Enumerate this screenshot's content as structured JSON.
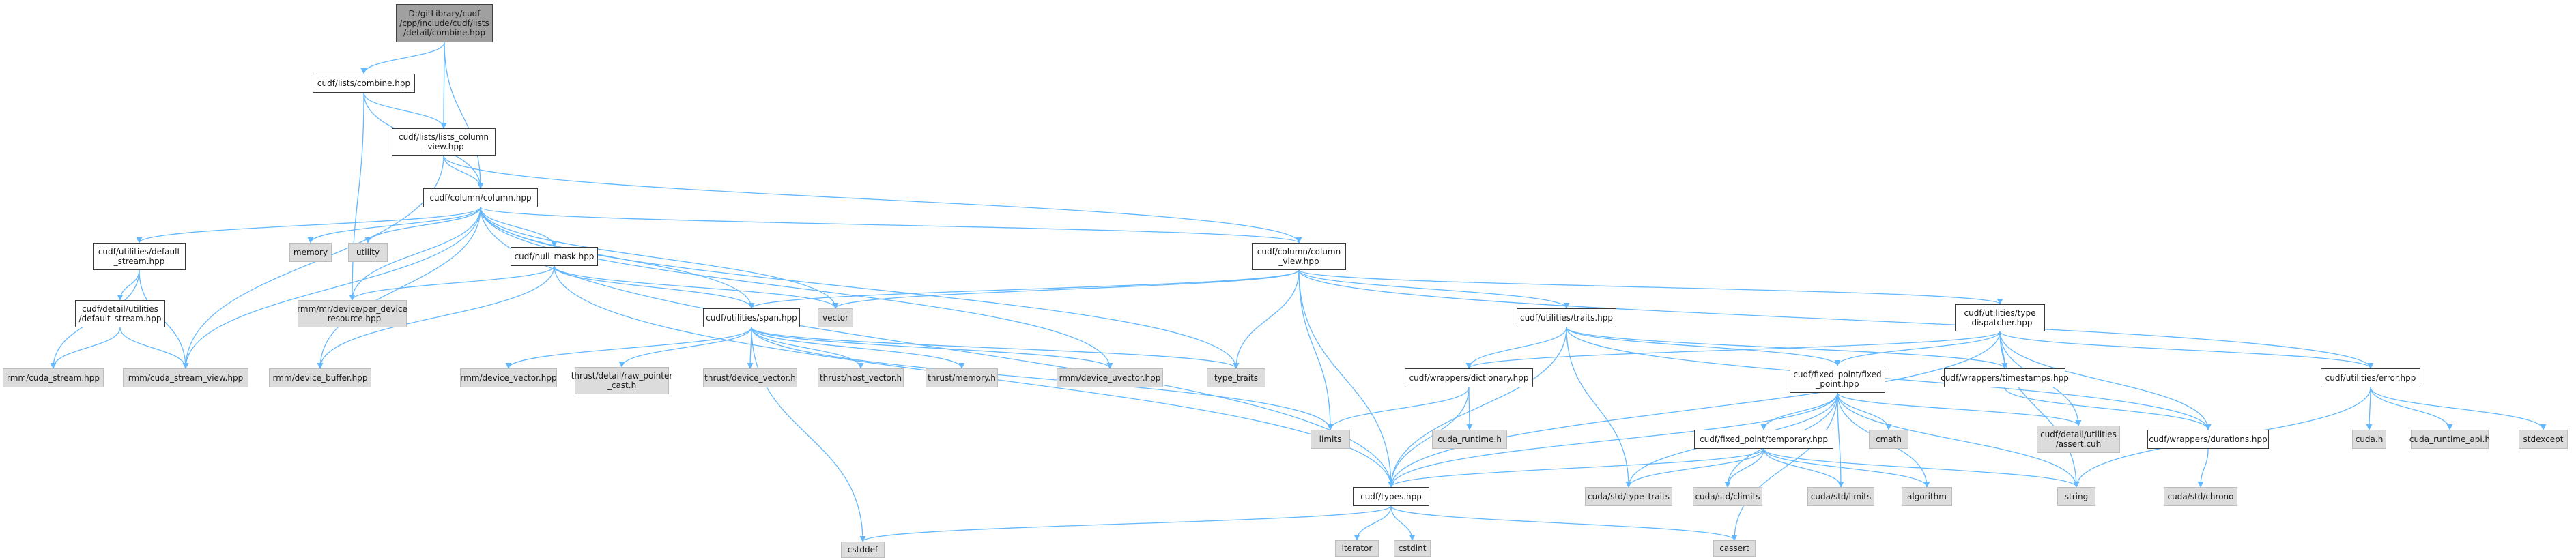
{
  "diagram": {
    "edge_color": "#63b8ff",
    "nodes": [
      {
        "id": "root",
        "label": "D:/gitLibrary/cudf\n/cpp/include/cudf/lists\n/detail/combine.hpp",
        "kind": "root"
      },
      {
        "id": "lists_combine",
        "label": "cudf/lists/combine.hpp",
        "kind": "header"
      },
      {
        "id": "lists_column_view",
        "label": "cudf/lists/lists_column\n_view.hpp",
        "kind": "header"
      },
      {
        "id": "column",
        "label": "cudf/column/column.hpp",
        "kind": "header"
      },
      {
        "id": "default_stream",
        "label": "cudf/utilities/default\n_stream.hpp",
        "kind": "header"
      },
      {
        "id": "detail_default_stream",
        "label": "cudf/detail/utilities\n/default_stream.hpp",
        "kind": "header"
      },
      {
        "id": "cuda_stream",
        "label": "rmm/cuda_stream.hpp",
        "kind": "system"
      },
      {
        "id": "cuda_stream_view",
        "label": "rmm/cuda_stream_view.hpp",
        "kind": "system"
      },
      {
        "id": "memory",
        "label": "memory",
        "kind": "system"
      },
      {
        "id": "utility",
        "label": "utility",
        "kind": "system"
      },
      {
        "id": "per_device_resource",
        "label": "rmm/mr/device/per_device\n_resource.hpp",
        "kind": "system"
      },
      {
        "id": "null_mask",
        "label": "cudf/null_mask.hpp",
        "kind": "header"
      },
      {
        "id": "vector",
        "label": "vector",
        "kind": "system"
      },
      {
        "id": "span",
        "label": "cudf/utilities/span.hpp",
        "kind": "header"
      },
      {
        "id": "device_buffer",
        "label": "rmm/device_buffer.hpp",
        "kind": "system"
      },
      {
        "id": "device_vector_rmm",
        "label": "rmm/device_vector.hpp",
        "kind": "system"
      },
      {
        "id": "raw_pointer_cast",
        "label": "thrust/detail/raw_pointer\n_cast.h",
        "kind": "system"
      },
      {
        "id": "thrust_device_vector",
        "label": "thrust/device_vector.h",
        "kind": "system"
      },
      {
        "id": "thrust_host_vector",
        "label": "thrust/host_vector.h",
        "kind": "system"
      },
      {
        "id": "thrust_memory",
        "label": "thrust/memory.h",
        "kind": "system"
      },
      {
        "id": "device_uvector",
        "label": "rmm/device_uvector.hpp",
        "kind": "system"
      },
      {
        "id": "type_traits",
        "label": "type_traits",
        "kind": "system"
      },
      {
        "id": "column_view",
        "label": "cudf/column/column\n_view.hpp",
        "kind": "header"
      },
      {
        "id": "limits",
        "label": "limits",
        "kind": "system"
      },
      {
        "id": "traits",
        "label": "cudf/utilities/traits.hpp",
        "kind": "header"
      },
      {
        "id": "dictionary",
        "label": "cudf/wrappers/dictionary.hpp",
        "kind": "header"
      },
      {
        "id": "cuda_runtime_h",
        "label": "cuda_runtime.h",
        "kind": "system"
      },
      {
        "id": "fixed_point",
        "label": "cudf/fixed_point/fixed\n_point.hpp",
        "kind": "header"
      },
      {
        "id": "temporary",
        "label": "cudf/fixed_point/temporary.hpp",
        "kind": "header"
      },
      {
        "id": "cmath",
        "label": "cmath",
        "kind": "system"
      },
      {
        "id": "assert_cuh",
        "label": "cudf/detail/utilities\n/assert.cuh",
        "kind": "system"
      },
      {
        "id": "type_dispatcher",
        "label": "cudf/utilities/type\n_dispatcher.hpp",
        "kind": "header"
      },
      {
        "id": "timestamps",
        "label": "cudf/wrappers/timestamps.hpp",
        "kind": "header"
      },
      {
        "id": "durations",
        "label": "cudf/wrappers/durations.hpp",
        "kind": "header"
      },
      {
        "id": "error",
        "label": "cudf/utilities/error.hpp",
        "kind": "header"
      },
      {
        "id": "types",
        "label": "cudf/types.hpp",
        "kind": "header"
      },
      {
        "id": "cuda_std_type_traits",
        "label": "cuda/std/type_traits",
        "kind": "system"
      },
      {
        "id": "cuda_std_climits",
        "label": "cuda/std/climits",
        "kind": "system"
      },
      {
        "id": "cuda_std_limits",
        "label": "cuda/std/limits",
        "kind": "system"
      },
      {
        "id": "algorithm",
        "label": "algorithm",
        "kind": "system"
      },
      {
        "id": "string",
        "label": "string",
        "kind": "system"
      },
      {
        "id": "cuda_std_chrono",
        "label": "cuda/std/chrono",
        "kind": "system"
      },
      {
        "id": "cuda_h",
        "label": "cuda.h",
        "kind": "system"
      },
      {
        "id": "cuda_runtime_api",
        "label": "cuda_runtime_api.h",
        "kind": "system"
      },
      {
        "id": "stdexcept",
        "label": "stdexcept",
        "kind": "system"
      },
      {
        "id": "cstddef",
        "label": "cstddef",
        "kind": "system"
      },
      {
        "id": "iterator",
        "label": "iterator",
        "kind": "system"
      },
      {
        "id": "cstdint",
        "label": "cstdint",
        "kind": "system"
      },
      {
        "id": "cassert",
        "label": "cassert",
        "kind": "system"
      }
    ],
    "edges": [
      [
        "root",
        "lists_combine"
      ],
      [
        "root",
        "lists_column_view"
      ],
      [
        "root",
        "column"
      ],
      [
        "lists_combine",
        "lists_column_view"
      ],
      [
        "lists_combine",
        "column"
      ],
      [
        "lists_combine",
        "per_device_resource"
      ],
      [
        "lists_column_view",
        "column"
      ],
      [
        "lists_column_view",
        "column_view"
      ],
      [
        "lists_column_view",
        "cuda_stream_view"
      ],
      [
        "column",
        "default_stream"
      ],
      [
        "column",
        "memory"
      ],
      [
        "column",
        "utility"
      ],
      [
        "column",
        "per_device_resource"
      ],
      [
        "column",
        "null_mask"
      ],
      [
        "column",
        "column_view"
      ],
      [
        "column",
        "device_buffer"
      ],
      [
        "column",
        "device_uvector"
      ],
      [
        "column",
        "cuda_stream_view"
      ],
      [
        "column",
        "type_traits"
      ],
      [
        "column",
        "types"
      ],
      [
        "column",
        "span"
      ],
      [
        "column",
        "vector"
      ],
      [
        "default_stream",
        "detail_default_stream"
      ],
      [
        "default_stream",
        "cuda_stream"
      ],
      [
        "default_stream",
        "cuda_stream_view"
      ],
      [
        "detail_default_stream",
        "cuda_stream"
      ],
      [
        "detail_default_stream",
        "cuda_stream_view"
      ],
      [
        "null_mask",
        "per_device_resource"
      ],
      [
        "null_mask",
        "device_buffer"
      ],
      [
        "null_mask",
        "span"
      ],
      [
        "null_mask",
        "vector"
      ],
      [
        "null_mask",
        "types"
      ],
      [
        "span",
        "device_vector_rmm"
      ],
      [
        "span",
        "raw_pointer_cast"
      ],
      [
        "span",
        "thrust_device_vector"
      ],
      [
        "span",
        "thrust_host_vector"
      ],
      [
        "span",
        "thrust_memory"
      ],
      [
        "span",
        "device_uvector"
      ],
      [
        "span",
        "type_traits"
      ],
      [
        "span",
        "limits"
      ],
      [
        "span",
        "cstddef"
      ],
      [
        "column_view",
        "span"
      ],
      [
        "column_view",
        "vector"
      ],
      [
        "column_view",
        "type_traits"
      ],
      [
        "column_view",
        "limits"
      ],
      [
        "column_view",
        "types"
      ],
      [
        "column_view",
        "traits"
      ],
      [
        "column_view",
        "type_dispatcher"
      ],
      [
        "column_view",
        "error"
      ],
      [
        "traits",
        "dictionary"
      ],
      [
        "traits",
        "fixed_point"
      ],
      [
        "traits",
        "timestamps"
      ],
      [
        "traits",
        "durations"
      ],
      [
        "traits",
        "cuda_std_type_traits"
      ],
      [
        "traits",
        "types"
      ],
      [
        "dictionary",
        "types"
      ],
      [
        "dictionary",
        "cuda_runtime_h"
      ],
      [
        "dictionary",
        "limits"
      ],
      [
        "fixed_point",
        "temporary"
      ],
      [
        "fixed_point",
        "types"
      ],
      [
        "fixed_point",
        "cmath"
      ],
      [
        "fixed_point",
        "assert_cuh"
      ],
      [
        "fixed_point",
        "cuda_std_type_traits"
      ],
      [
        "fixed_point",
        "cuda_std_climits"
      ],
      [
        "fixed_point",
        "cuda_std_limits"
      ],
      [
        "fixed_point",
        "algorithm"
      ],
      [
        "fixed_point",
        "string"
      ],
      [
        "fixed_point",
        "cassert"
      ],
      [
        "temporary",
        "types"
      ],
      [
        "temporary",
        "cuda_std_type_traits"
      ],
      [
        "temporary",
        "cuda_std_climits"
      ],
      [
        "temporary",
        "cuda_std_limits"
      ],
      [
        "temporary",
        "algorithm"
      ],
      [
        "temporary",
        "string"
      ],
      [
        "type_dispatcher",
        "fixed_point"
      ],
      [
        "type_dispatcher",
        "dictionary"
      ],
      [
        "type_dispatcher",
        "timestamps"
      ],
      [
        "type_dispatcher",
        "durations"
      ],
      [
        "type_dispatcher",
        "assert_cuh"
      ],
      [
        "type_dispatcher",
        "error"
      ],
      [
        "type_dispatcher",
        "types"
      ],
      [
        "type_dispatcher",
        "string"
      ],
      [
        "timestamps",
        "durations"
      ],
      [
        "durations",
        "cuda_std_chrono"
      ],
      [
        "error",
        "cuda_h"
      ],
      [
        "error",
        "cuda_runtime_api"
      ],
      [
        "error",
        "stdexcept"
      ],
      [
        "error",
        "string"
      ],
      [
        "types",
        "iterator"
      ],
      [
        "types",
        "cstdint"
      ],
      [
        "types",
        "cstddef"
      ],
      [
        "types",
        "cassert"
      ]
    ]
  }
}
